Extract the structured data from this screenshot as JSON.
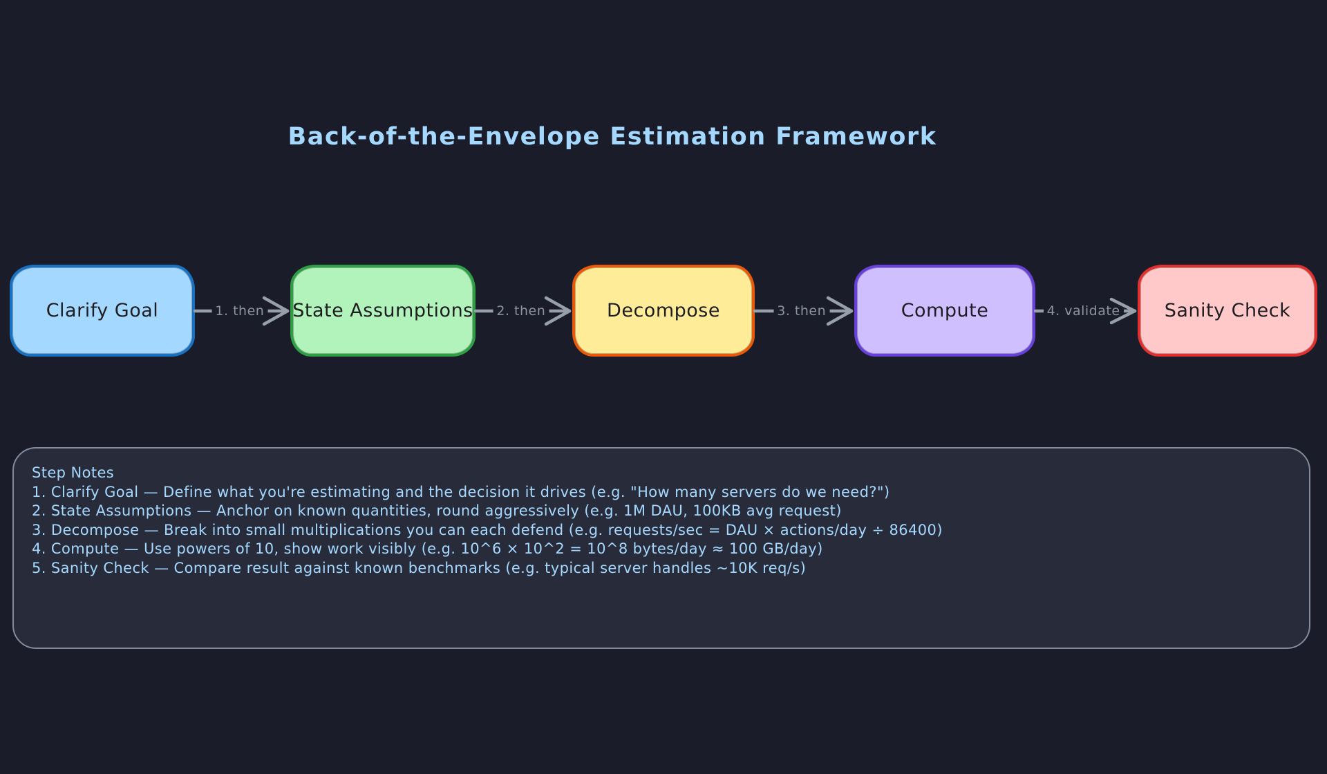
{
  "title": "Back-of-the-Envelope Estimation Framework",
  "flow": {
    "steps": [
      {
        "label": "Clarify Goal",
        "fill": "#a5d8ff",
        "border": "#1971c2"
      },
      {
        "label": "State Assumptions",
        "fill": "#b2f2bb",
        "border": "#2f9e44"
      },
      {
        "label": "Decompose",
        "fill": "#ffec99",
        "border": "#e8590c"
      },
      {
        "label": "Compute",
        "fill": "#d0bfff",
        "border": "#6741d9"
      },
      {
        "label": "Sanity Check",
        "fill": "#ffc9c9",
        "border": "#e03131"
      }
    ],
    "connectors": [
      {
        "label": "1. then"
      },
      {
        "label": "2. then"
      },
      {
        "label": "3. then"
      },
      {
        "label": "4. validate"
      }
    ]
  },
  "notes": {
    "heading": "Step Notes",
    "lines": [
      "1. Clarify Goal — Define what you're estimating and the decision it drives (e.g. \"How many servers do we need?\")",
      "2. State Assumptions — Anchor on known quantities, round aggressively (e.g. 1M DAU, 100KB avg request)",
      "3. Decompose — Break into small multiplications you can each defend (e.g. requests/sec = DAU × actions/day ÷ 86400)",
      "4. Compute — Use powers of 10, show work visibly (e.g. 10^6 × 10^2 = 10^8 bytes/day ≈ 100 GB/day)",
      "5. Sanity Check — Compare result against known benchmarks (e.g. typical server handles ~10K req/s)"
    ]
  },
  "colors": {
    "background": "#1a1d29",
    "title_text": "#a5d8ff",
    "notes_text": "#a5d8ff",
    "notes_border": "#858b9c",
    "arrow": "#97a0aa",
    "connector_label": "#8d939e",
    "node_text": "#1d1d22"
  }
}
